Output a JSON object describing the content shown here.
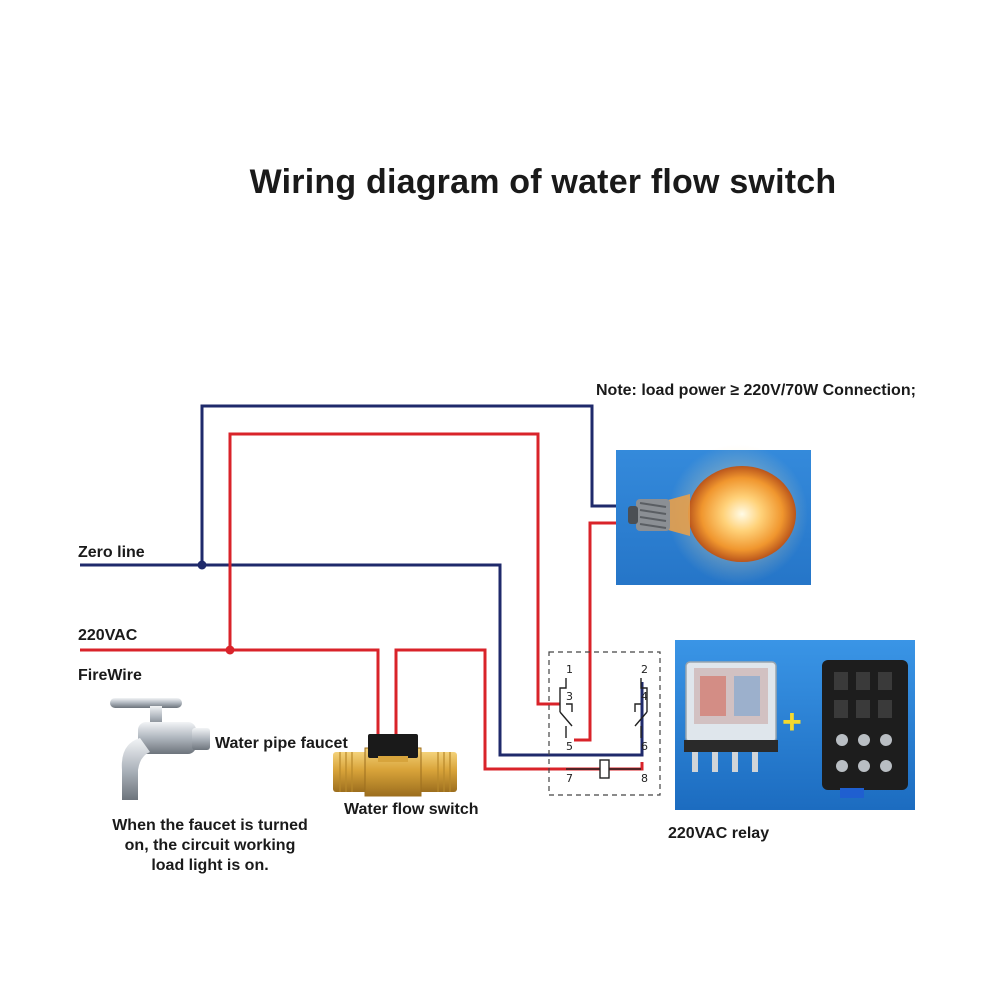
{
  "title": "Wiring diagram of water flow switch",
  "note": "Note: load power ≥ 220V/70W Connection;",
  "labels": {
    "zero_line": "Zero line",
    "vac": "220VAC",
    "firewire": "FireWire",
    "faucet": "Water pipe faucet",
    "flow_switch": "Water flow switch",
    "relay": "220VAC relay",
    "caption": [
      "When the faucet is turned",
      "on, the circuit working",
      "load light is on."
    ]
  },
  "relay_pins": [
    "1",
    "2",
    "3",
    "4",
    "5",
    "6",
    "7",
    "8"
  ],
  "relay_plus": "+",
  "colors": {
    "zero_wire": "#1f2a6b",
    "live_wire": "#d9232a",
    "photo_bg": "#2f7fd0",
    "brass": "#d7a43c"
  }
}
